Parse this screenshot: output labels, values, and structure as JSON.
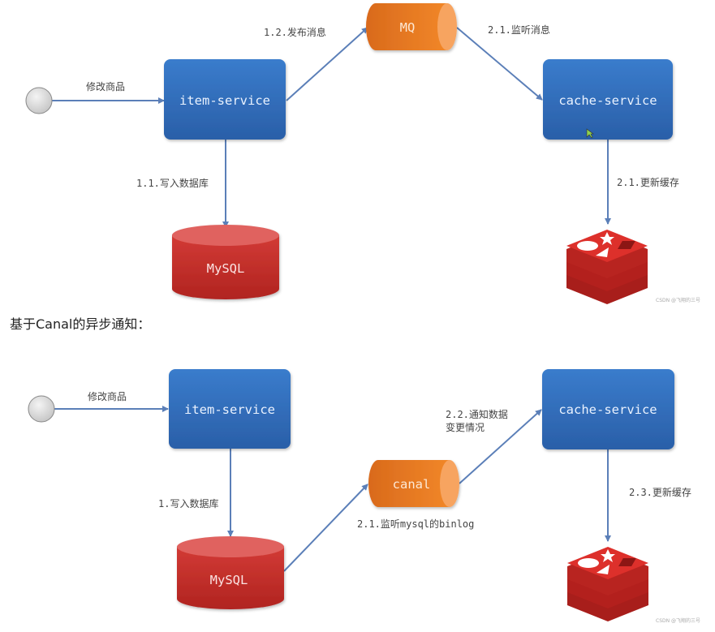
{
  "section_heading": "基于Canal的异步通知：",
  "colors": {
    "service_box": "#2f6ab8",
    "queue": "#ee8026",
    "database": "#c9302c",
    "redis": "#d42a26",
    "arrow": "#5b7fb8",
    "start_node": "#dcdcdc"
  },
  "top_diagram": {
    "start_label": "修改商品",
    "item_service": "item-service",
    "mq": "MQ",
    "cache_service": "cache-service",
    "mysql": "MySQL",
    "edge_publish": "1.2.发布消息",
    "edge_listen": "2.1.监听消息",
    "edge_write_db": "1.1.写入数据库",
    "edge_update_cache": "2.1.更新缓存",
    "watermark": "CSDN @飞翔的三号"
  },
  "bottom_diagram": {
    "start_label": "修改商品",
    "item_service": "item-service",
    "canal": "canal",
    "cache_service": "cache-service",
    "mysql": "MySQL",
    "edge_write_db": "1.写入数据库",
    "edge_listen_binlog": "2.1.监听mysql的binlog",
    "edge_notify_line1": "2.2.通知数据",
    "edge_notify_line2": "变更情况",
    "edge_update_cache": "2.3.更新缓存",
    "watermark": "CSDN @飞翔的三号"
  }
}
